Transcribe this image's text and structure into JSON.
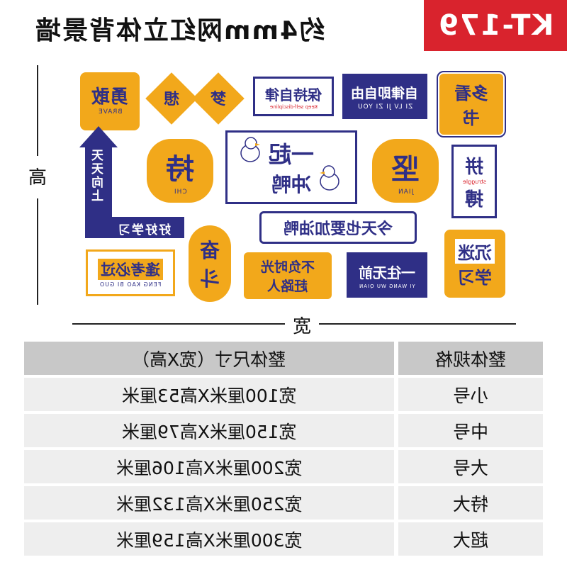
{
  "header": {
    "title": "约4mm网红立体背景墙",
    "product_code": "KT-179"
  },
  "dimension_labels": {
    "height": "高",
    "width": "宽"
  },
  "stickers": {
    "brave": {
      "text": "勇敢",
      "sub": "BRAVE"
    },
    "dream1": "梦",
    "dream2": "想",
    "keep_discipline": {
      "text": "保持自律",
      "sub": "Keep self-discipline"
    },
    "self_discipline_freedom": {
      "text": "自律即自由",
      "sub": "ZI LV JI ZI YOU"
    },
    "study_more": {
      "line1": "多看",
      "line2": "书"
    },
    "arrow_text": "天天向上",
    "arrow_base": "好好学习",
    "chi": {
      "text": "持",
      "sub": "CHI"
    },
    "together": {
      "line1": "一起",
      "line2": "冲鸭"
    },
    "jian": {
      "text": "坚",
      "sub": "JIAN"
    },
    "struggle": {
      "line1": "拼",
      "sub": "struggle",
      "line2": "搏"
    },
    "today_refuel": "今天也要加油鸭",
    "fen": "奋",
    "dou": "斗",
    "feng_kao": {
      "text": "逢考必过",
      "sub": "FENG KAO BI GUO"
    },
    "dont_waste": {
      "line1": "不负时光",
      "line2": "赶路人"
    },
    "forward": {
      "text": "一往无前",
      "sub": "YI WANG WU QIAN"
    },
    "immerse_study": {
      "line1": "沉迷",
      "line2": "学习"
    }
  },
  "spec_table": {
    "headers": [
      "整体尺寸（宽X高）",
      "整体规格"
    ],
    "rows": [
      {
        "size": "宽100厘米X高53厘米",
        "spec": "小号"
      },
      {
        "size": "宽150厘米X高79厘米",
        "spec": "中号"
      },
      {
        "size": "宽200厘米X高106厘米",
        "spec": "大号"
      },
      {
        "size": "宽250厘米X高132厘米",
        "spec": "特大"
      },
      {
        "size": "宽300厘米X高159厘米",
        "spec": "超大"
      }
    ]
  },
  "colors": {
    "accent_red": "#d9232d",
    "sticker_yellow": "#f2a81b",
    "sticker_navy": "#2f2f86"
  }
}
